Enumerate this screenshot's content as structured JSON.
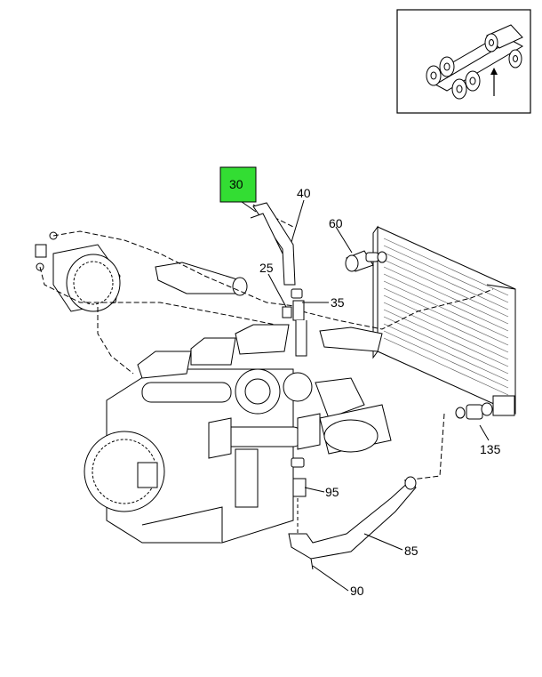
{
  "diagram": {
    "highlighted_part": "30",
    "highlight_color": "#33dd33",
    "callouts": {
      "c30": "30",
      "c40": "40",
      "c60": "60",
      "c25": "25",
      "c35": "35",
      "c135": "135",
      "c95": "95",
      "c85": "85",
      "c90": "90"
    },
    "locator_inset": {
      "icon": "truck-chassis-locator-icon"
    }
  }
}
